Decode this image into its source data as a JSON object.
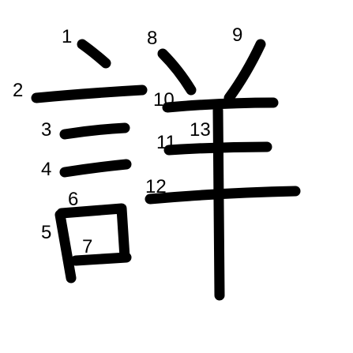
{
  "diagram": {
    "character": "詳",
    "stroke_color": "#000000",
    "background_color": "#ffffff",
    "strokes": [
      {
        "order": 1,
        "label": "1"
      },
      {
        "order": 2,
        "label": "2"
      },
      {
        "order": 3,
        "label": "3"
      },
      {
        "order": 4,
        "label": "4"
      },
      {
        "order": 5,
        "label": "5"
      },
      {
        "order": 6,
        "label": "6"
      },
      {
        "order": 7,
        "label": "7"
      },
      {
        "order": 8,
        "label": "8"
      },
      {
        "order": 9,
        "label": "9"
      },
      {
        "order": 10,
        "label": "10"
      },
      {
        "order": 11,
        "label": "11"
      },
      {
        "order": 12,
        "label": "12"
      },
      {
        "order": 13,
        "label": "13"
      }
    ]
  }
}
